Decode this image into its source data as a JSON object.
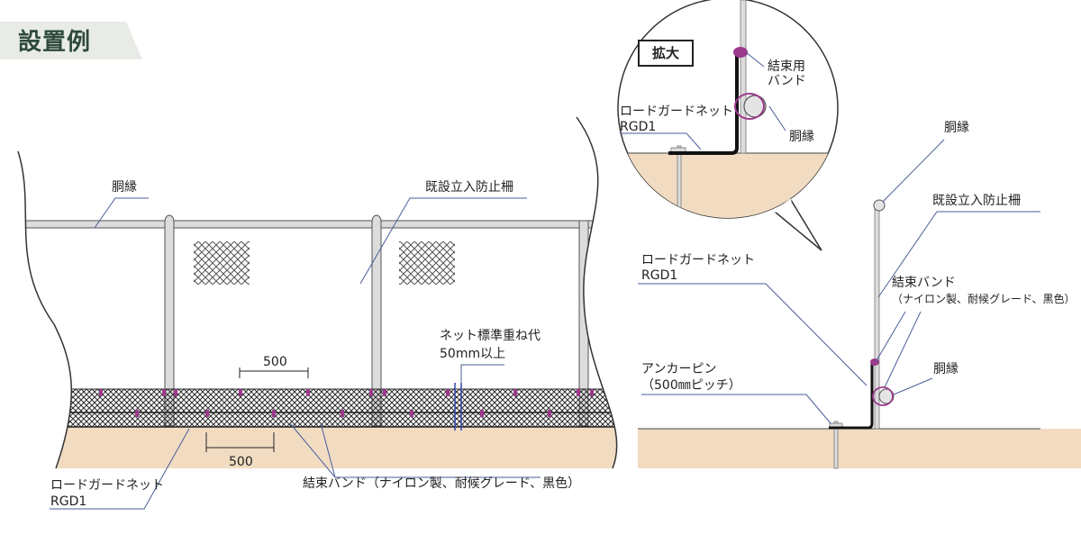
{
  "title": "設置例",
  "main": {
    "label_douen": "胴縁",
    "label_fence": "既設立入防止柵",
    "label_overlap_line1": "ネット標準重ね代",
    "label_overlap_line2": "50mm以上",
    "dim_top": "500",
    "dim_bottom": "500",
    "label_net_line1": "ロードガードネット",
    "label_net_line2": "RGD1",
    "label_band": "結束バンド（ナイロン製、耐候グレード、黒色）"
  },
  "zoom": {
    "title": "拡大",
    "label_band_line1": "結束用",
    "label_band_line2": "バンド",
    "label_douen": "胴縁",
    "label_net_line1": "ロードガードネット",
    "label_net_line2": "RGD1"
  },
  "side": {
    "label_douen_top": "胴縁",
    "label_fence": "既設立入防止柵",
    "label_net_line1": "ロードガードネット",
    "label_net_line2": "RGD1",
    "label_band_line1": "結束バンド",
    "label_band_line2": "（ナイロン製、耐候グレード、黒色）",
    "label_douen_bottom": "胴縁",
    "label_pin_line1": "アンカーピン",
    "label_pin_line2": "（500㎜ピッチ）"
  },
  "colors": {
    "title_text": "#2f4a3c",
    "title_bg": "#e9ece6",
    "ground": "#f1dcc2",
    "band": "#9c3a8c",
    "leader": "#4a5d9a",
    "net": "#2a2a2a",
    "post": "#dcdcdc"
  }
}
